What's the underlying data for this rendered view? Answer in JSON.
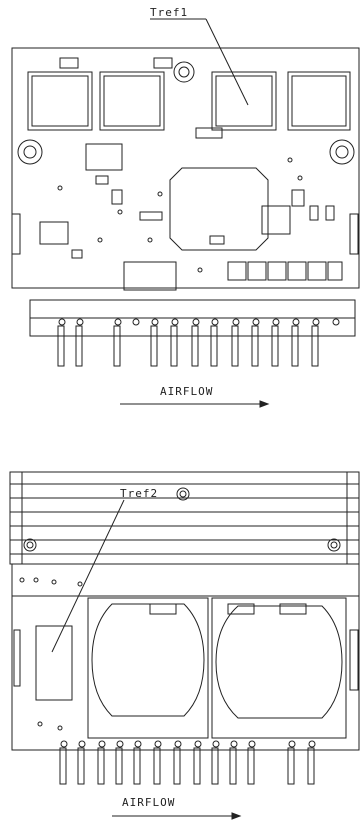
{
  "top_view": {
    "callout_label": "Tref1",
    "airflow_label": "AIRFLOW"
  },
  "bottom_view": {
    "callout_label": "Tref2",
    "airflow_label": "AIRFLOW"
  },
  "colors": {
    "line": "#222222",
    "background": "#ffffff"
  }
}
